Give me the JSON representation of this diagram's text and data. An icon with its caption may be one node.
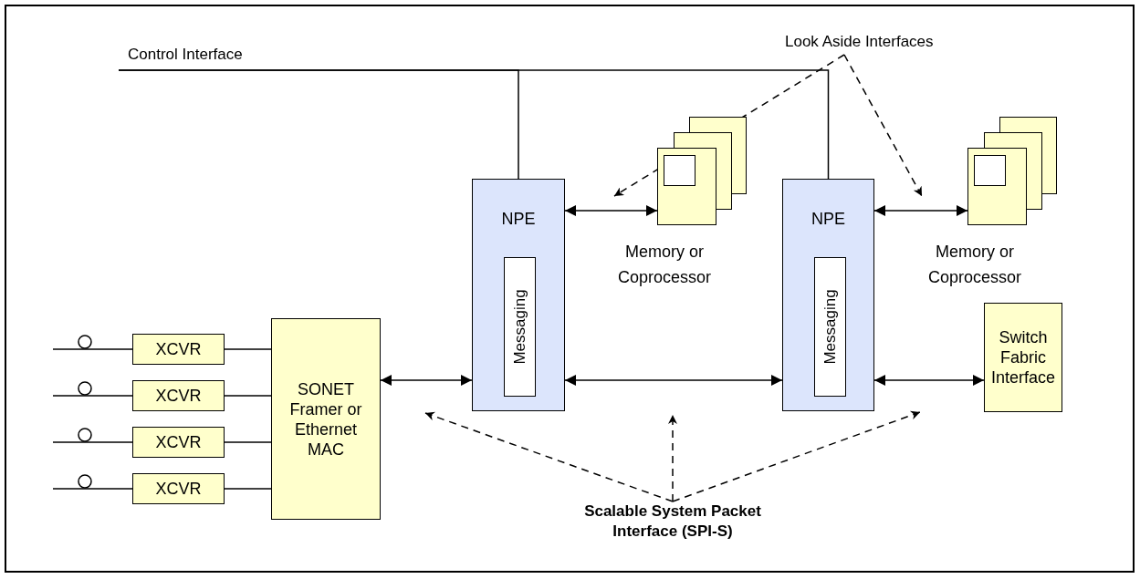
{
  "diagram": {
    "nodes": [
      {
        "text": [
          "Control Interface"
        ]
      },
      {
        "text": [
          "Look Aside Interfaces"
        ]
      },
      {
        "text": [
          "NPE"
        ]
      },
      {
        "text": [
          "Messaging"
        ],
        "in": 2
      },
      {
        "text": [],
        "shape": "box",
        "beside": [
          "Memory or Coprocessor"
        ]
      },
      {
        "text": [
          "NPE"
        ]
      },
      {
        "text": [
          "Messaging"
        ],
        "in": 5
      },
      {
        "text": [],
        "shape": "box",
        "beside": [
          "Memory or Coprocessor"
        ]
      },
      {
        "text": [
          "XCVR"
        ]
      },
      {
        "text": [
          "XCVR"
        ]
      },
      {
        "text": [
          "XCVR"
        ]
      },
      {
        "text": [
          "XCVR"
        ]
      },
      {
        "text": [
          "SONET Framer or Ethernet MAC"
        ]
      },
      {
        "text": [
          "Switch Fabric Interface"
        ]
      },
      {
        "text": [
          "Scalable System Packet Interface (SPI-S)"
        ]
      }
    ],
    "edges": [
      {
        "from": 0,
        "to": 2,
        "arrow": "none"
      },
      {
        "from": 0,
        "to": 5,
        "arrow": "none"
      },
      {
        "from": 1,
        "to": null,
        "arrow": "to",
        "style": "dashed"
      },
      {
        "from": 1,
        "to": null,
        "arrow": "to",
        "style": "dashed"
      },
      {
        "from": 2,
        "to": 4,
        "arrow": "both"
      },
      {
        "from": 5,
        "to": 7,
        "arrow": "both"
      },
      {
        "from": 12,
        "to": 2,
        "arrow": "both"
      },
      {
        "from": 2,
        "to": 5,
        "arrow": "both"
      },
      {
        "from": 5,
        "to": 13,
        "arrow": "both"
      },
      {
        "from": 8,
        "to": 12,
        "arrow": "none"
      },
      {
        "from": 9,
        "to": 12,
        "arrow": "none"
      },
      {
        "from": 10,
        "to": 12,
        "arrow": "none"
      },
      {
        "from": 11,
        "to": 12,
        "arrow": "none"
      },
      {
        "from": null,
        "to": 8,
        "arrow": "none"
      },
      {
        "from": null,
        "to": 9,
        "arrow": "none"
      },
      {
        "from": null,
        "to": 10,
        "arrow": "none"
      },
      {
        "from": null,
        "to": 11,
        "arrow": "none"
      },
      {
        "from": 14,
        "to": null,
        "arrow": "to",
        "style": "dashed"
      },
      {
        "from": 14,
        "to": null,
        "arrow": "to",
        "style": "dashed"
      },
      {
        "from": 14,
        "to": null,
        "arrow": "to",
        "style": "dashed"
      }
    ]
  }
}
